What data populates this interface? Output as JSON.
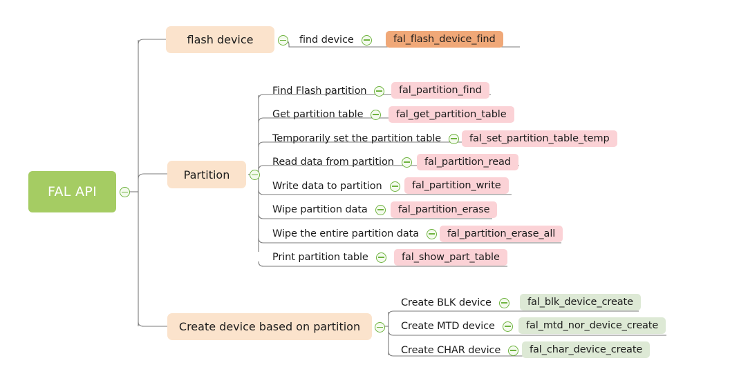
{
  "diagram": {
    "title": "FAL API",
    "type": "mindmap",
    "colors": {
      "root_bg": "#a5cc63",
      "root_text": "#ffffff",
      "level1_bg": "#fbe3cc",
      "leaf_orange": "#f0a878",
      "leaf_pink": "#fbd2d6",
      "leaf_green": "#dde9d5",
      "edge": "#7a7a7a",
      "toggle_stroke": "#6eb33f"
    },
    "toggle_icon": "collapse-minus-circle-icon"
  },
  "root": {
    "label": "FAL API"
  },
  "branches": [
    {
      "id": "flash-device",
      "label": "flash device",
      "leaf_color": "orange",
      "children": [
        {
          "label": "find device",
          "api": "fal_flash_device_find"
        }
      ]
    },
    {
      "id": "partition",
      "label": "Partition",
      "leaf_color": "pink",
      "children": [
        {
          "label": "Find Flash partition",
          "api": "fal_partition_find"
        },
        {
          "label": "Get partition table",
          "api": "fal_get_partition_table"
        },
        {
          "label": "Temporarily set the partition table",
          "api": "fal_set_partition_table_temp"
        },
        {
          "label": "Read data from partition",
          "api": "fal_partition_read"
        },
        {
          "label": "Write data to partition",
          "api": "fal_partition_write"
        },
        {
          "label": "Wipe partition data",
          "api": "fal_partition_erase"
        },
        {
          "label": "Wipe the entire partition data",
          "api": "fal_partition_erase_all"
        },
        {
          "label": "Print partition table",
          "api": "fal_show_part_table"
        }
      ]
    },
    {
      "id": "create-device",
      "label": "Create device based on partition",
      "leaf_color": "green",
      "children": [
        {
          "label": "Create BLK device",
          "api": "fal_blk_device_create"
        },
        {
          "label": "Create MTD device",
          "api": "fal_mtd_nor_device_create"
        },
        {
          "label": "Create CHAR device",
          "api": "fal_char_device_create"
        }
      ]
    }
  ]
}
